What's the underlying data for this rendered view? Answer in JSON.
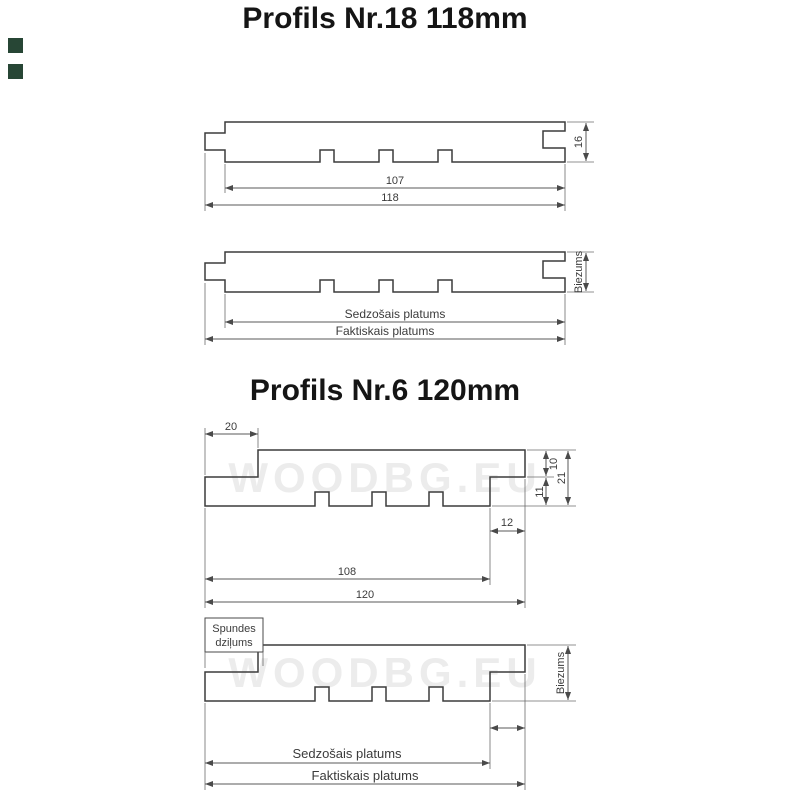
{
  "titles": {
    "profile18": "Profils Nr.18 118mm",
    "profile6": "Profils Nr.6 120mm"
  },
  "watermark": {
    "text": "WOODBG.EU"
  },
  "colors": {
    "badge": "#274635",
    "outline": "#3c3c3c",
    "dimension": "#5a5a5a",
    "watermark": "#ececec",
    "background": "#ffffff"
  },
  "profile18": {
    "thickness_mm": "16",
    "cover_width_mm": "107",
    "full_width_mm": "118",
    "thickness_label": "Biezums",
    "cover_width_label": "Sedzošais platums",
    "full_width_label": "Faktiskais platums"
  },
  "profile6": {
    "rebate_width_mm": "20",
    "upper_thickness_mm": "10",
    "total_thickness_mm": "21",
    "lower_thickness_mm": "11",
    "lap_width_mm": "12",
    "cover_width_mm": "108",
    "full_width_mm": "120",
    "groove_depth_label_line1": "Spundes",
    "groove_depth_label_line2": "dziļums",
    "thickness_label": "Biezums",
    "cover_width_label": "Sedzošais platums",
    "full_width_label": "Faktiskais platums"
  }
}
